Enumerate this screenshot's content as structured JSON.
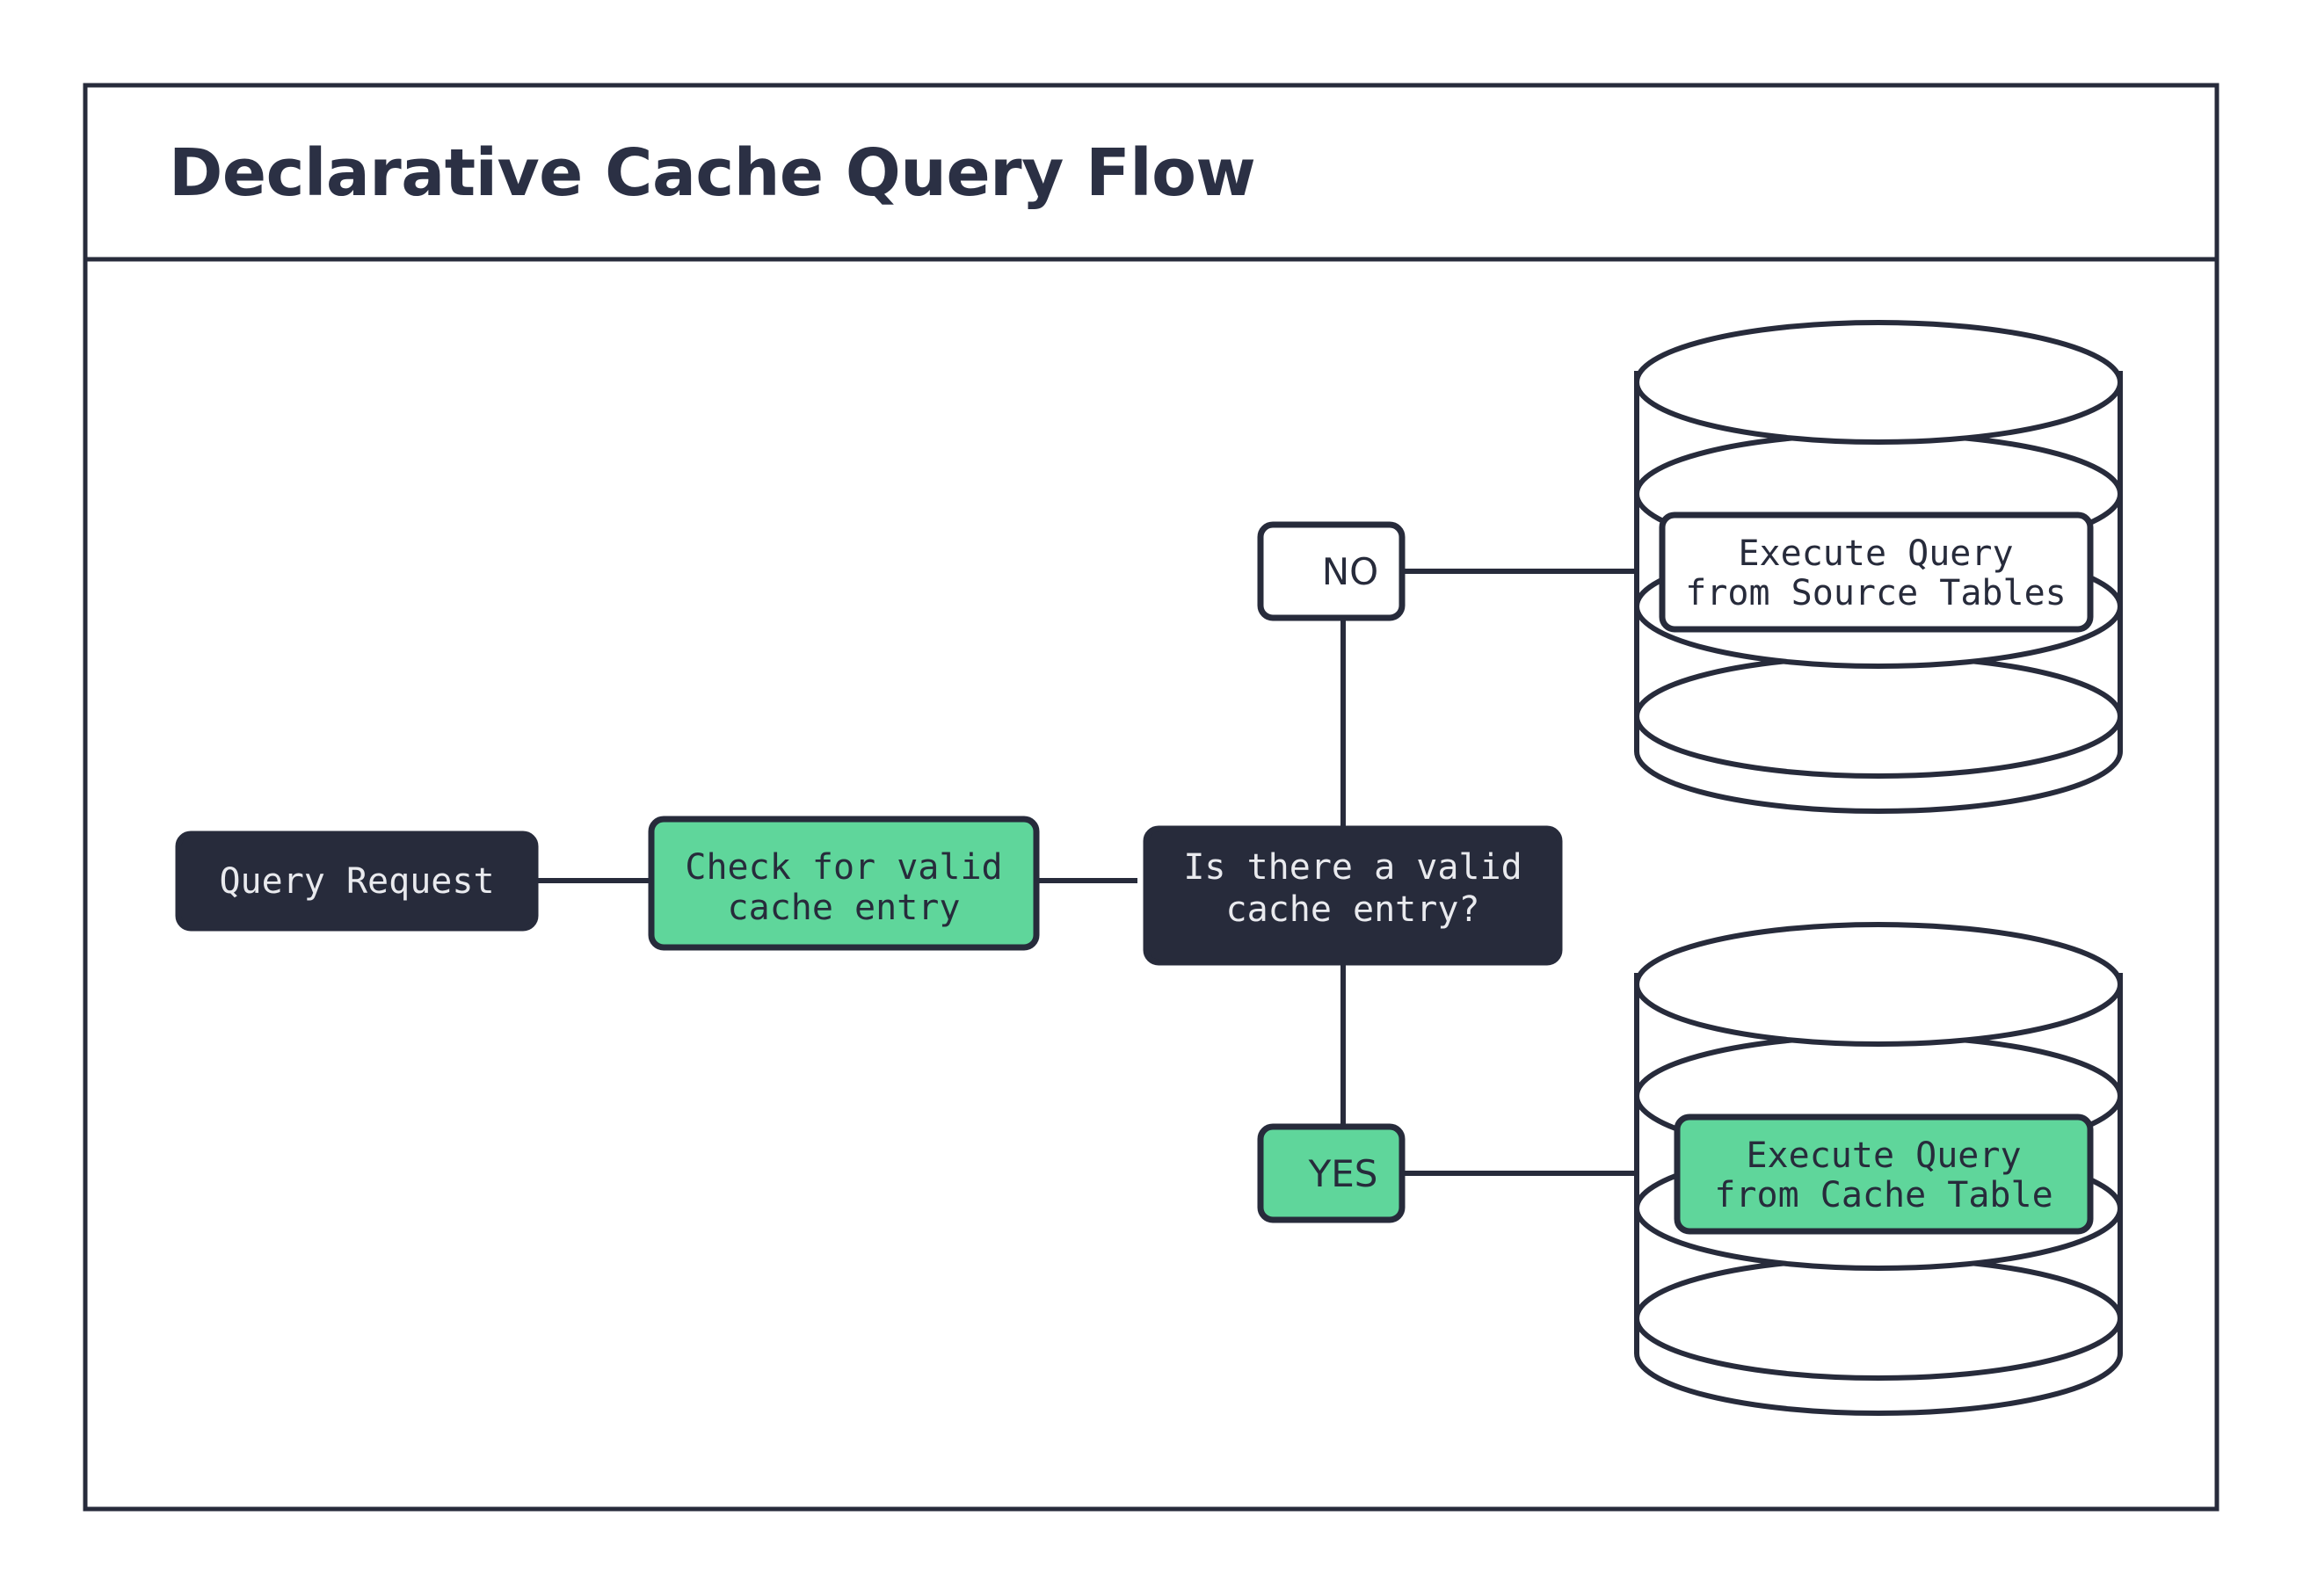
{
  "title": "Declarative Cache Query Flow",
  "colors": {
    "accent_green": "#5fd69b",
    "dark_navy": "#272b3b",
    "background": "#ffffff",
    "text_on_dark": "#e9eaee"
  },
  "nodes": {
    "query_request": {
      "label": "Query Request",
      "style": "dark"
    },
    "check_cache": {
      "label_line1": "Check for valid",
      "label_line2": "cache entry",
      "style": "green"
    },
    "decision": {
      "label_line1": "Is there a valid",
      "label_line2": "cache entry?",
      "style": "dark"
    },
    "branch_no": {
      "label": "NO",
      "style": "white"
    },
    "branch_yes": {
      "label": "YES",
      "style": "green"
    },
    "source_tables": {
      "label_line1": "Execute Query",
      "label_line2": "from Source Tables",
      "style": "white",
      "shape": "database"
    },
    "cache_table": {
      "label_line1": "Execute Query",
      "label_line2": "from Cache Table",
      "style": "green",
      "shape": "database"
    }
  },
  "edges": [
    {
      "from": "query_request",
      "to": "check_cache"
    },
    {
      "from": "check_cache",
      "to": "decision"
    },
    {
      "from": "decision",
      "to": "branch_no"
    },
    {
      "from": "branch_no",
      "to": "source_tables"
    },
    {
      "from": "decision",
      "to": "branch_yes"
    },
    {
      "from": "branch_yes",
      "to": "cache_table"
    }
  ]
}
